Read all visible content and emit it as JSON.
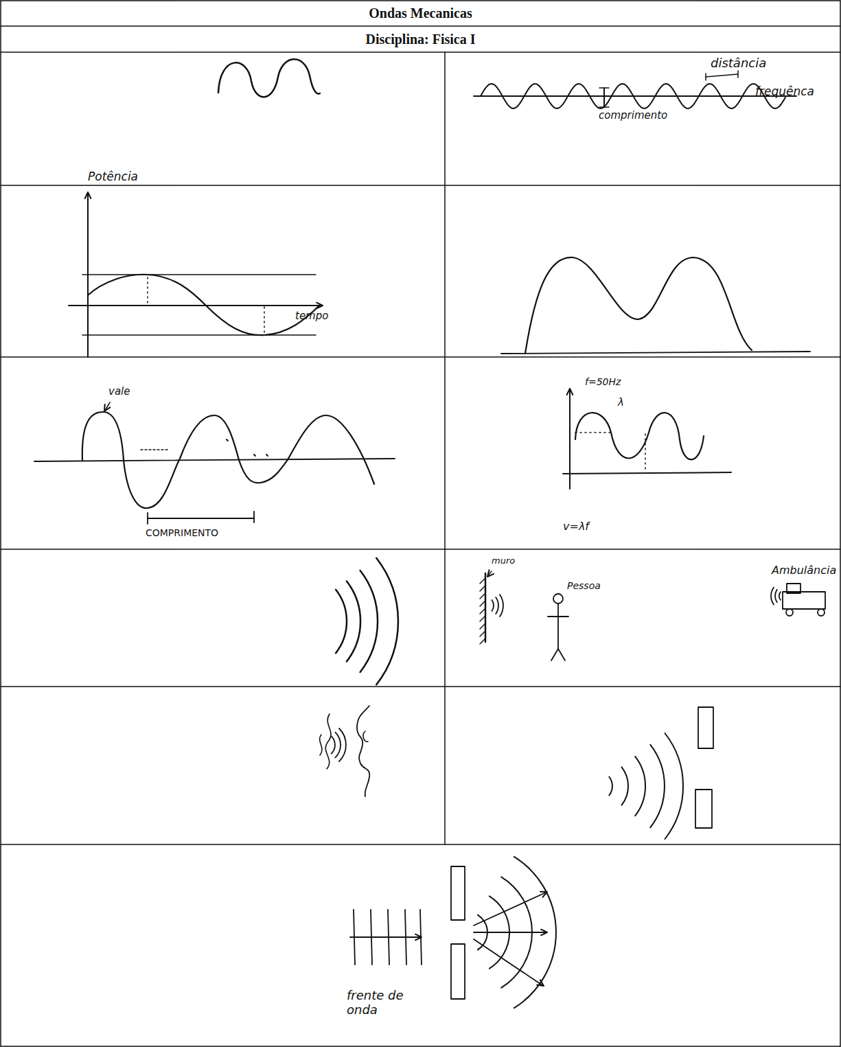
{
  "diagram": {
    "title": "Ondas Mecanicas",
    "labels": [
      "Disciplina: Fisica I",
      "distância",
      "frequênca",
      "comprimento",
      "Potência",
      "tempo",
      "vale",
      "COMPRIMENTO",
      "f=50Hz",
      "λ",
      "v=λf",
      "muro",
      "Pessoa",
      "Ambulância",
      "frente de onda"
    ]
  }
}
